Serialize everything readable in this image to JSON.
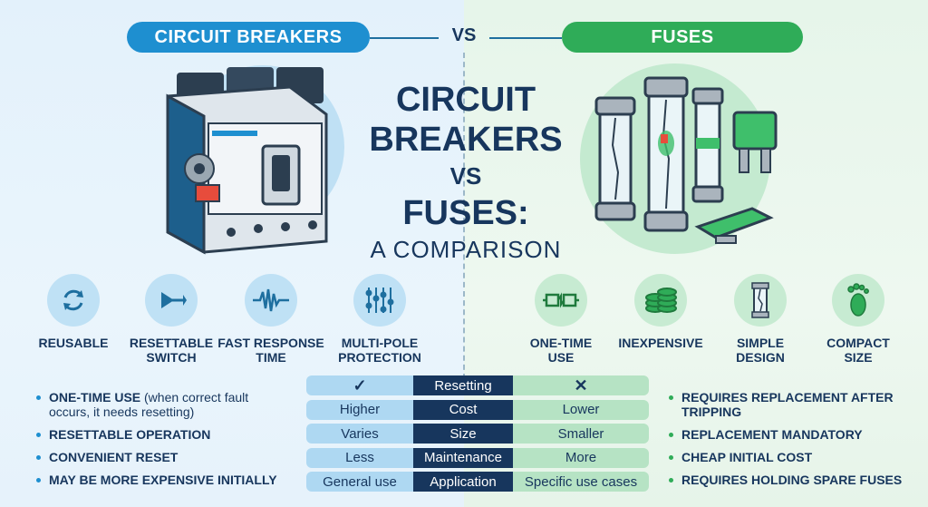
{
  "header": {
    "left_pill": "CIRCUIT BREAKERS",
    "vs": "VS",
    "right_pill": "FUSES"
  },
  "title": {
    "line1": "CIRCUIT",
    "line2": "BREAKERS",
    "line3": "VS",
    "line4": "FUSES:",
    "line5": "A COMPARISON"
  },
  "left_features": [
    {
      "icon": "recycle-icon",
      "label": "REUSABLE"
    },
    {
      "icon": "switch-arrow-icon",
      "label": "RESETTABLE\nSWITCH"
    },
    {
      "icon": "waveform-icon",
      "label": "FAST RESPONSE\nTIME"
    },
    {
      "icon": "multi-pole-icon",
      "label": "MULTI-POLE\nPROTECTION"
    }
  ],
  "right_features": [
    {
      "icon": "broken-link-icon",
      "label": "ONE-TIME\nUSE"
    },
    {
      "icon": "coins-icon",
      "label": "INEXPENSIVE"
    },
    {
      "icon": "fuse-tube-icon",
      "label": "SIMPLE\nDESIGN"
    },
    {
      "icon": "footprint-icon",
      "label": "COMPACT\nSIZE"
    }
  ],
  "left_bullets": [
    {
      "bold": "ONE-TIME USE",
      "rest": " (when correct fault occurs, it needs resetting)"
    },
    {
      "bold": "RESETTABLE OPERATION",
      "rest": ""
    },
    {
      "bold": "CONVENIENT RESET",
      "rest": ""
    },
    {
      "bold": "MAY BE MORE EXPENSIVE INITIALLY",
      "rest": ""
    }
  ],
  "right_bullets": [
    "REQUIRES REPLACEMENT AFTER TRIPPING",
    "REPLACEMENT MANDATORY",
    "CHEAP INITIAL COST",
    "REQUIRES HOLDING SPARE FUSES"
  ],
  "table": {
    "header": {
      "left": "✓",
      "middle": "Resetting",
      "right": "✕"
    },
    "rows": [
      {
        "left": "Higher",
        "middle": "Cost",
        "right": "Lower"
      },
      {
        "left": "Varies",
        "middle": "Size",
        "right": "Smaller"
      },
      {
        "left": "Less",
        "middle": "Maintenance",
        "right": "More"
      },
      {
        "left": "General use",
        "middle": "Application",
        "right": "Specific use cases"
      }
    ]
  },
  "colors": {
    "blue_accent": "#1e8fd0",
    "green_accent": "#2fac58",
    "navy": "#17365d"
  }
}
